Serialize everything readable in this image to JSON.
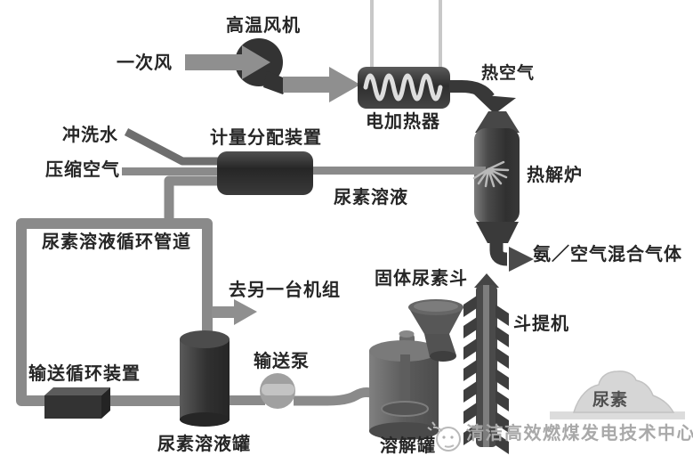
{
  "diagram": {
    "labels": {
      "ht_fan": "高温风机",
      "primary_air": "一次风",
      "electric_heater": "电加热器",
      "hot_air": "热空气",
      "pyrolysis_furnace": "热解炉",
      "ammonia_air_mix": "氨／空气混合气体",
      "flushing_water": "冲洗水",
      "metering_device": "计量分配装置",
      "compressed_air": "压缩空气",
      "urea_solution": "尿素溶液",
      "circulation_pipeline": "尿素溶液循环管道",
      "to_another_unit": "去另一台机组",
      "transport_circulation_device": "输送循环装置",
      "urea_solution_tank": "尿素溶液罐",
      "transfer_pump": "输送泵",
      "solid_urea_hopper": "固体尿素斗",
      "bucket_elevator": "斗提机",
      "dissolving_tank": "溶解罐",
      "urea_pile": "尿素"
    },
    "watermark": {
      "text": "清洁高效燃煤发电技术中心"
    },
    "colors": {
      "pipe_gray": "#8a8a8a",
      "equipment_dark": "#333333",
      "coil_light": "#dedede",
      "label_text": "#262626",
      "watermark_gray": "#a9a9a9",
      "urea_pile_fill": "#d6d6d6"
    }
  }
}
